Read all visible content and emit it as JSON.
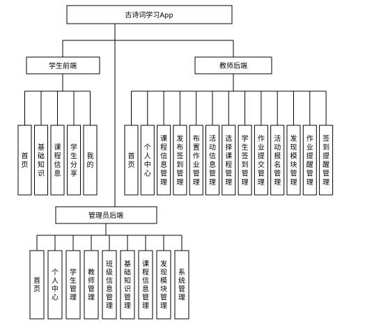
{
  "root": {
    "label": "古诗词学习App"
  },
  "student": {
    "label": "学生前端",
    "items": [
      "首页",
      "基础知识",
      "课程信息",
      "学生分享",
      "我的"
    ]
  },
  "teacher": {
    "label": "教师后端",
    "items": [
      "首页",
      "个人中心",
      "课程信息管理",
      "发布签到管理",
      "布置作业管理",
      "活动信息管理",
      "选择课程管理",
      "学生签到管理",
      "作业提交管理",
      "活动报名管理",
      "发现模块管理",
      "作业提醒管理",
      "签到提醒管理"
    ]
  },
  "admin": {
    "label": "管理员后端",
    "items": [
      "首页",
      "个人中心",
      "学生管理",
      "教师管理",
      "班级信息管理",
      "基础知识管理",
      "课程信息管理",
      "发现模块管理",
      "系统管理"
    ]
  }
}
